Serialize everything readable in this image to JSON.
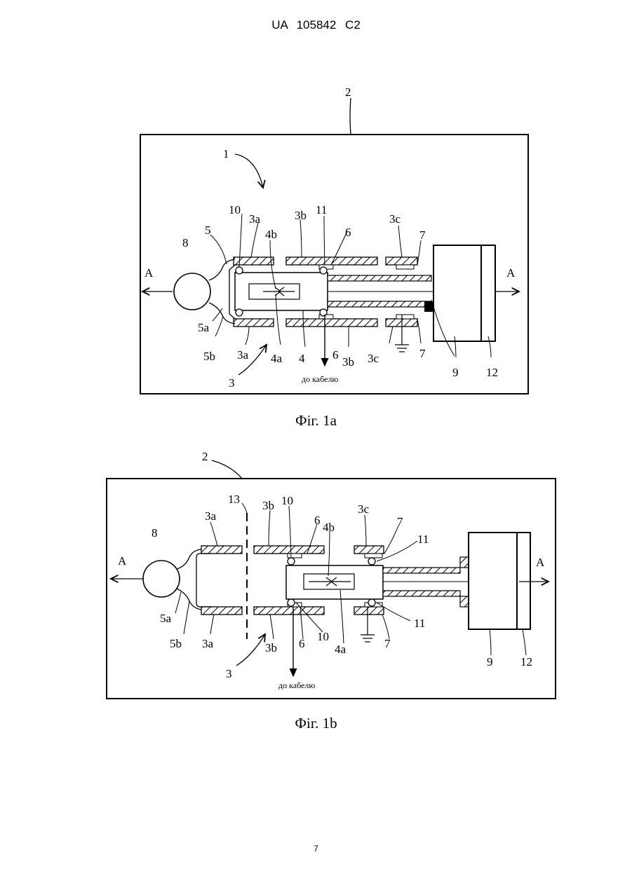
{
  "header": "UA   105842   C2",
  "page_number": "7",
  "fig1a": {
    "caption": "Фіг. 1а",
    "cable_label": "до кабелю",
    "labels": {
      "l2": "2",
      "l1": "1",
      "l10": "10",
      "l3a_top": "3a",
      "l3b_top": "3b",
      "l11": "11",
      "l3c_top": "3c",
      "l5": "5",
      "l4b": "4b",
      "l6_top": "6",
      "l7_top": "7",
      "l8": "8",
      "arrowA_left": "A",
      "arrowA_right": "A",
      "l5a": "5a",
      "l5b": "5b",
      "l3a_bot": "3a",
      "l4a": "4a",
      "l4": "4",
      "l6_bot": "6",
      "l3b_bot": "3b",
      "l3c_bot": "3c",
      "l7_bot": "7",
      "l9": "9",
      "l12": "12",
      "l3": "3"
    }
  },
  "fig1b": {
    "caption": "Фіг. 1b",
    "cable_label": "до кабелю",
    "labels": {
      "l2": "2",
      "l13": "13",
      "l3b_top": "3b",
      "l10_top": "10",
      "l3c_top": "3c",
      "l3a_top": "3a",
      "l6_top": "6",
      "l4b": "4b",
      "l7_top": "7",
      "l8": "8",
      "l11_top": "11",
      "arrowA_left": "A",
      "arrowA_right": "A",
      "l5a": "5a",
      "l5b": "5b",
      "l3a_bot": "3a",
      "l3b_bot": "3b",
      "l6_bot": "6",
      "l10_bot": "10",
      "l4a": "4a",
      "l7_bot": "7",
      "l11_bot": "11",
      "l9": "9",
      "l12": "12",
      "l3": "3"
    }
  }
}
